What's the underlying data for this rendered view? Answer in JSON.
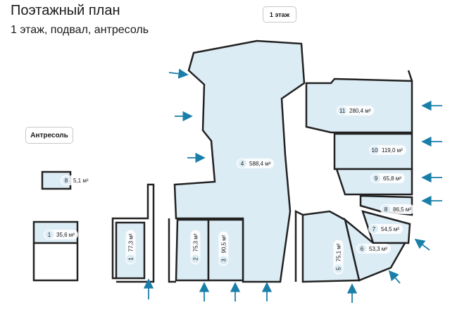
{
  "header": {
    "title": "Поэтажный план",
    "subtitle": "1 этаж, подвал, антресоль"
  },
  "floor_selector": {
    "label": "1 этаж"
  },
  "mezzanine_button": {
    "label": "Антресоль"
  },
  "colors": {
    "room_fill": "#dcecf5",
    "wall": "#222222",
    "arrow": "#1a7fa8"
  },
  "rooms": [
    {
      "number": "11",
      "area": "280,4 м²"
    },
    {
      "number": "10",
      "area": "119,0 м²"
    },
    {
      "number": "9",
      "area": "65,8 м²"
    },
    {
      "number": "8",
      "area": "86,5 м²"
    },
    {
      "number": "7",
      "area": "54,5 м²"
    },
    {
      "number": "6",
      "area": "53,3 м²"
    },
    {
      "number": "5",
      "area": "75,1 м²"
    },
    {
      "number": "4",
      "area": "588,4 м²"
    },
    {
      "number": "2",
      "area": "75,3 м²"
    },
    {
      "number": "3",
      "area": "90,5 м²"
    },
    {
      "number": "8",
      "area": "5,1 м²"
    },
    {
      "number": "1",
      "area": "35,6 м²"
    },
    {
      "number": "1",
      "area": "77,3 м²"
    }
  ]
}
